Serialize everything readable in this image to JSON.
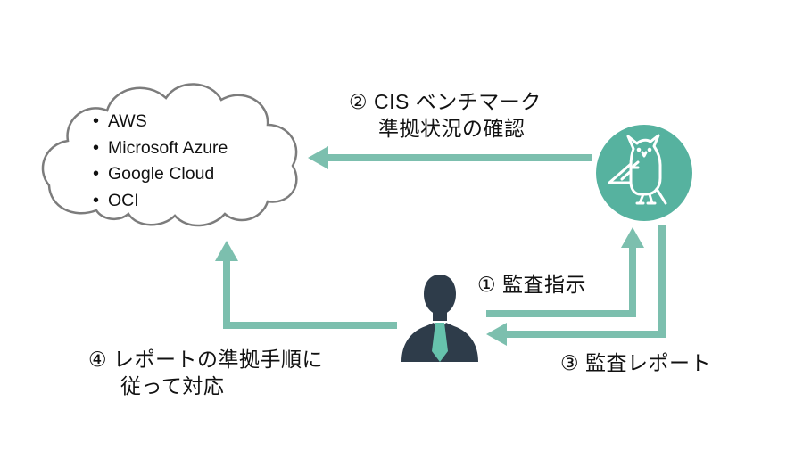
{
  "diagram": {
    "cloud": {
      "providers": [
        "AWS",
        "Microsoft Azure",
        "Google Cloud",
        "OCI"
      ]
    },
    "steps": {
      "step1": {
        "label": "① 監査指示"
      },
      "step2": {
        "line1": "② CIS ベンチマーク",
        "line2": "準拠状況の確認"
      },
      "step3": {
        "label": "③ 監査レポート"
      },
      "step4": {
        "line1": "④ レポートの準拠手順に",
        "line2": "従って対応"
      }
    },
    "icons": {
      "owl": "owl-audit-tool-icon",
      "person": "business-person-icon",
      "cloud": "cloud-shape"
    },
    "colors": {
      "arrow": "#7cbfae",
      "owl_circle": "#56b29f",
      "person_silhouette": "#2e3c4a",
      "tie": "#66c2ac",
      "cloud_outline": "#7c7c7c",
      "text": "#111111",
      "background": "#ffffff"
    }
  }
}
